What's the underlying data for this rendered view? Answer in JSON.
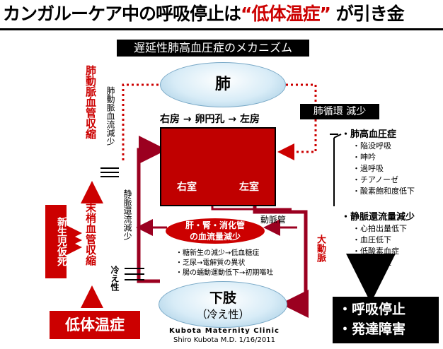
{
  "title": {
    "part1": "カンガルーケア中の呼吸停止は",
    "part2": "“低体温症”",
    "part3": " が引き金"
  },
  "mechanism_label": "遅延性肺高血圧症のメカニズム",
  "lung": "肺",
  "pulmonary_circulation": "肺循環 減少",
  "heart": {
    "ra": "右房",
    "pfo": "卵円孔",
    "la": "左房",
    "rv": "右室",
    "lv": "左室"
  },
  "left_column": {
    "pa_constriction": "肺動脈血管収縮",
    "peripheral_constriction": "末梢血管収縮",
    "neonate": "新生児仮死",
    "hypothermia": "低体温症"
  },
  "mid_column": {
    "pulm_flow_dec": "肺動脈血流減少",
    "venous_return_dec": "静脈還流減少",
    "cold": "冷え性"
  },
  "aorta": "大動脈",
  "arterial_duct": "動脈管",
  "gi": {
    "line1": "肝・腎・消化管",
    "line2": "の血流量減少"
  },
  "effects": [
    "・糖新生の減少→低血糖症",
    "・乏尿→電解質の異状",
    "・腸の蠕動運動低下→初期嘔吐"
  ],
  "lower_limb": {
    "main": "下肢",
    "sub": "（冷え性）"
  },
  "lpah": {
    "heading": "・肺高血圧症",
    "items": [
      "・陥没呼吸",
      "・呻吟",
      "・過呼吸",
      "・チアノーゼ",
      "・酸素飽和度低下"
    ]
  },
  "venous_return": {
    "heading": "・静脈還流量減少",
    "items": [
      "・心拍出量低下",
      "・血圧低下",
      "・低酸素血症",
      "・低血糖症"
    ]
  },
  "result": [
    "・呼吸停止",
    "・発達障害"
  ],
  "credit": {
    "line1": "Kubota Maternity Clinic",
    "line2": "Shiro Kubota M.D. 1/16/2011"
  },
  "colors": {
    "accent": "#cc0000",
    "dark": "#000000",
    "lung_fill": "#d8ecf7"
  }
}
